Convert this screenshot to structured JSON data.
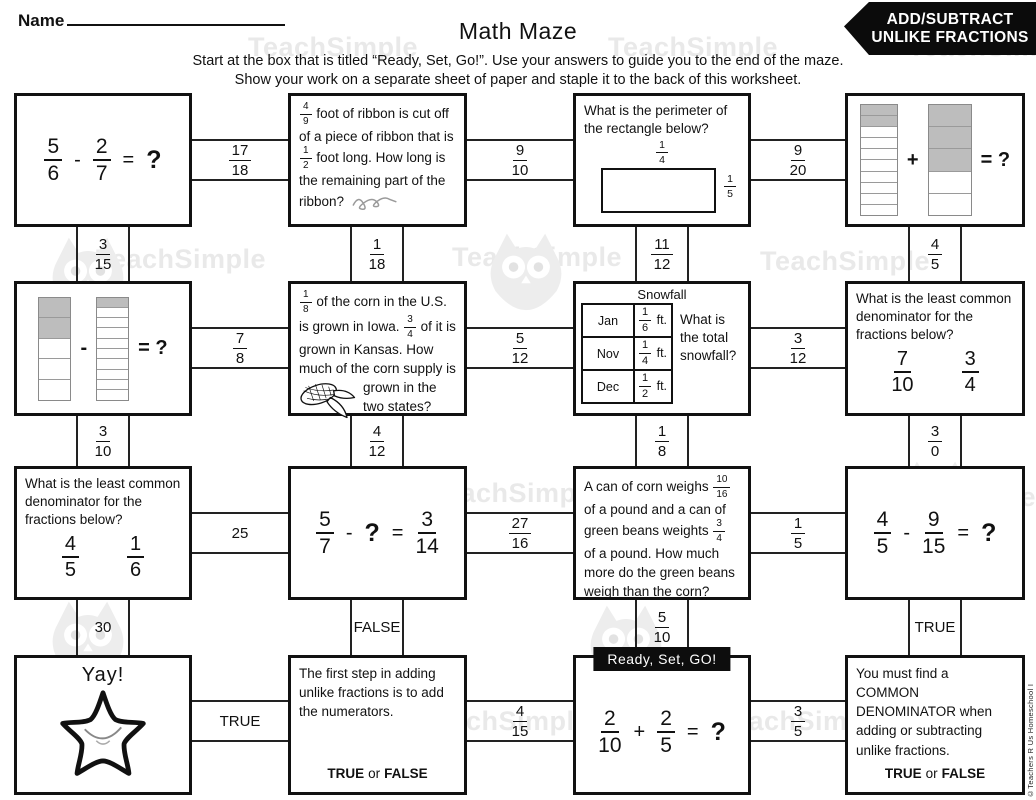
{
  "header": {
    "name_label": "Name",
    "title": "Math Maze",
    "badge": {
      "line1": "ADD/SUBTRACT",
      "line2": "UNLIKE FRACTIONS"
    },
    "instructions1": "Start at the box that is titled “Ready, Set, Go!”.  Use your answers to guide you to the end of the maze.",
    "instructions2": "Show your work on a separate sheet of paper and staple it to the back of this worksheet."
  },
  "watermark": {
    "text": "TeachSimple"
  },
  "footer": {
    "copyright": "©Teachers R Us  Homeschool I"
  },
  "boxes": {
    "b1": {
      "equation": [
        "5/6",
        "-",
        "2/7",
        "=",
        "?"
      ]
    },
    "b2": {
      "segments": [
        [
          "4",
          "9"
        ],
        " foot of ribbon is cut off of a piece of ribbon that is ",
        [
          "1",
          "2"
        ],
        " foot long. How long is the remaining part of the ribbon?",
        {
          "icon": "ribbon-icon",
          "cls": "inline-end"
        }
      ]
    },
    "b3": {
      "question": "What is the perimeter of the rectangle below?",
      "top_label": "1/4",
      "side_label": "1/5"
    },
    "b4": {
      "bars": [
        {
          "n": 10,
          "k": 2
        },
        {
          "n": 5,
          "k": 3
        }
      ],
      "op": "+",
      "eq": "= ?"
    },
    "b5": {
      "bars": [
        {
          "n": 5,
          "k": 2
        },
        {
          "n": 10,
          "k": 1
        }
      ],
      "op": "-",
      "eq": "= ?"
    },
    "b6": {
      "segments": [
        [
          "1",
          "8"
        ],
        " of the corn in the U.S. is grown in Iowa. ",
        [
          "3",
          "4"
        ],
        " of it is grown in Kansas. How much of the corn supply ",
        {
          "icon": "corn-icon",
          "cls": "float-left"
        },
        " is grown in the two states?"
      ]
    },
    "b7": {
      "title": "Snowfall",
      "unit": "ft.",
      "rows": [
        {
          "month": "Jan",
          "frac": "1/6"
        },
        {
          "month": "Nov",
          "frac": "1/4"
        },
        {
          "month": "Dec",
          "frac": "1/2"
        }
      ],
      "question": "What is the total snowfall?"
    },
    "b8": {
      "question": "What is the least common denominator for the fractions below?",
      "fracs": [
        "7/10",
        "3/4"
      ]
    },
    "b9": {
      "question": "What is the least common denominator for the fractions below?",
      "fracs": [
        "4/5",
        "1/6"
      ]
    },
    "b10": {
      "equation": [
        "5/7",
        "-",
        "?",
        "=",
        "3/14"
      ]
    },
    "b11": {
      "segments": [
        "A can of corn weighs ",
        [
          "10",
          "16"
        ],
        " of a pound and a can of green beans weights ",
        [
          "3",
          "4"
        ],
        " of a pound. How much more do the green beans weigh than the corn?"
      ]
    },
    "b12": {
      "equation": [
        "4/5",
        "-",
        "9/15",
        "=",
        "?"
      ]
    },
    "b13": {
      "label": "Yay!"
    },
    "b14": {
      "statement": "The first step in adding unlike fractions is to add the numerators.",
      "tf": {
        "true": "TRUE",
        "or": "or",
        "false": "FALSE"
      }
    },
    "b15": {
      "banner": "Ready, Set, GO!",
      "equation": [
        "2/10",
        "+",
        "2/5",
        "=",
        "?"
      ]
    },
    "b16": {
      "statement": "You must find a COMMON DENOMINATOR when adding or subtracting unlike fractions.",
      "tf": {
        "true": "TRUE",
        "or": "or",
        "false": "FALSE"
      }
    }
  },
  "connectors": {
    "h": [
      "17/18",
      "9/10",
      "9/20",
      "7/8",
      "5/12",
      "3/12",
      "25",
      "27/16",
      "1/5",
      "TRUE",
      "4/15",
      "3/5"
    ],
    "v": [
      "3/15",
      "1/18",
      "11/12",
      "4/5",
      "3/10",
      "4/12",
      "1/8",
      "3/0",
      "30",
      "FALSE",
      "5/10",
      "TRUE"
    ]
  }
}
